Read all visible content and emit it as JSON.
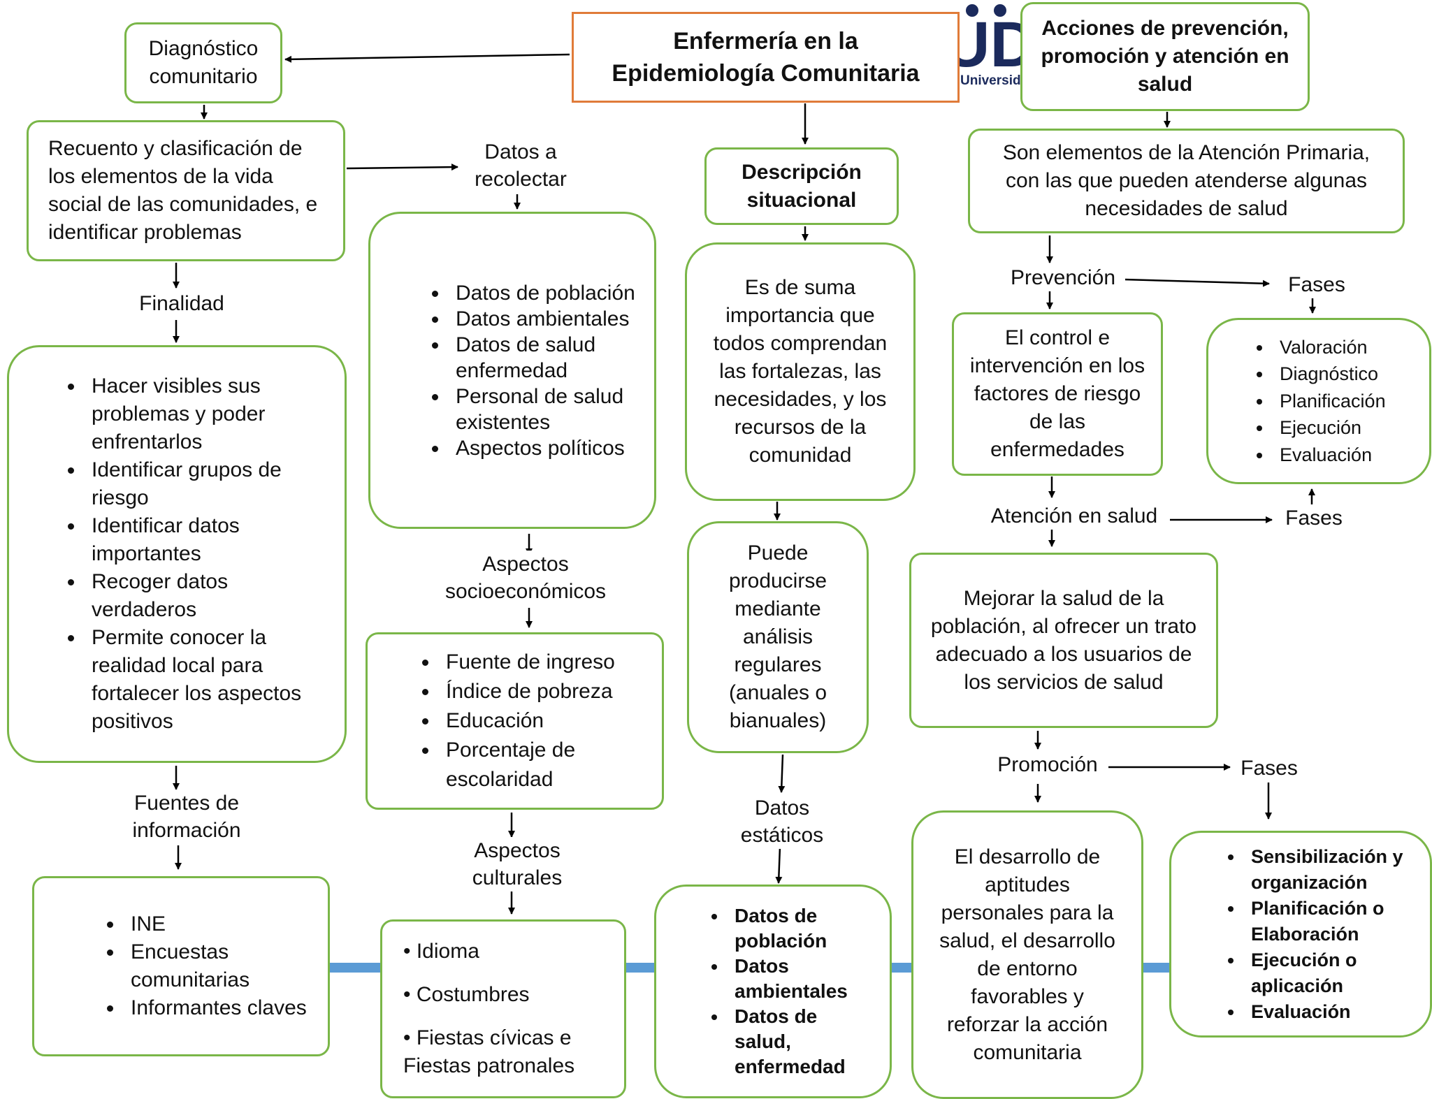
{
  "title": "Enfermería en la Epidemiología Comunitaria",
  "logo": {
    "letters": "UDS",
    "caption": "Universidad"
  },
  "left": {
    "heading": "Diagnóstico comunitario",
    "definition": "Recuento y clasificación de los elementos de la vida social de las comunidades, e identificar problemas",
    "finalidad_label": "Finalidad",
    "finalidad_items": [
      "Hacer visibles sus problemas y poder enfrentarlos",
      "Identificar grupos de riesgo",
      "Identificar datos importantes",
      "Recoger datos verdaderos",
      "Permite conocer la realidad local para fortalecer los aspectos positivos"
    ],
    "fuentes_label": "Fuentes de información",
    "fuentes_items": [
      "INE",
      "Encuestas comunitarias",
      "Informantes claves"
    ]
  },
  "datos": {
    "label": "Datos a recolectar",
    "items": [
      "Datos de población",
      "Datos ambientales",
      "Datos de salud enfermedad",
      "Personal de salud existentes",
      "Aspectos políticos"
    ],
    "socio_label": "Aspectos socioeconómicos",
    "socio_items": [
      "Fuente de ingreso",
      "Índice de pobreza",
      "Educación",
      "Porcentaje de escolaridad"
    ],
    "cultural_label": "Aspectos culturales",
    "cultural_items": [
      "• Idioma",
      "• Costumbres",
      "• Fiestas cívicas e Fiestas patronales"
    ]
  },
  "situacional": {
    "heading": "Descripción situacional",
    "importance": "Es de suma importancia que todos comprendan las fortalezas, las necesidades, y los recursos de la comunidad",
    "analysis": "Puede producirse mediante análisis regulares (anuales o bianuales)",
    "estaticos_label": "Datos estáticos",
    "estaticos_items": [
      "Datos de población",
      "Datos ambientales",
      "Datos de salud, enfermedad"
    ]
  },
  "acciones": {
    "heading": "Acciones de prevención, promoción y atención en salud",
    "definition": "Son elementos de la Atención Primaria, con las que pueden atenderse algunas necesidades de salud",
    "prevencion_label": "Prevención",
    "prevencion_text": "El control e intervención en los factores de riesgo de las enfermedades",
    "fases_label_1": "Fases",
    "fases_items": [
      "Valoración",
      "Diagnóstico",
      "Planificación",
      "Ejecución",
      "Evaluación"
    ],
    "atencion_label": "Atención en salud",
    "fases_label_2": "Fases",
    "atencion_text": "Mejorar la salud de la población, al ofrecer un trato adecuado a los usuarios de los servicios de salud",
    "promocion_label": "Promoción",
    "fases_label_3": "Fases",
    "promocion_text": "El desarrollo de aptitudes personales para la salud, el desarrollo de entorno favorables y reforzar la acción comunitaria",
    "promocion_fases": [
      "Sensibilización y organización",
      "Planificación o Elaboración",
      "Ejecución o aplicación",
      "Evaluación"
    ]
  },
  "colors": {
    "box_border": "#7ab648",
    "title_border": "#e07b39",
    "connector": "#5b9bd5",
    "logo": "#1b2a5c"
  }
}
